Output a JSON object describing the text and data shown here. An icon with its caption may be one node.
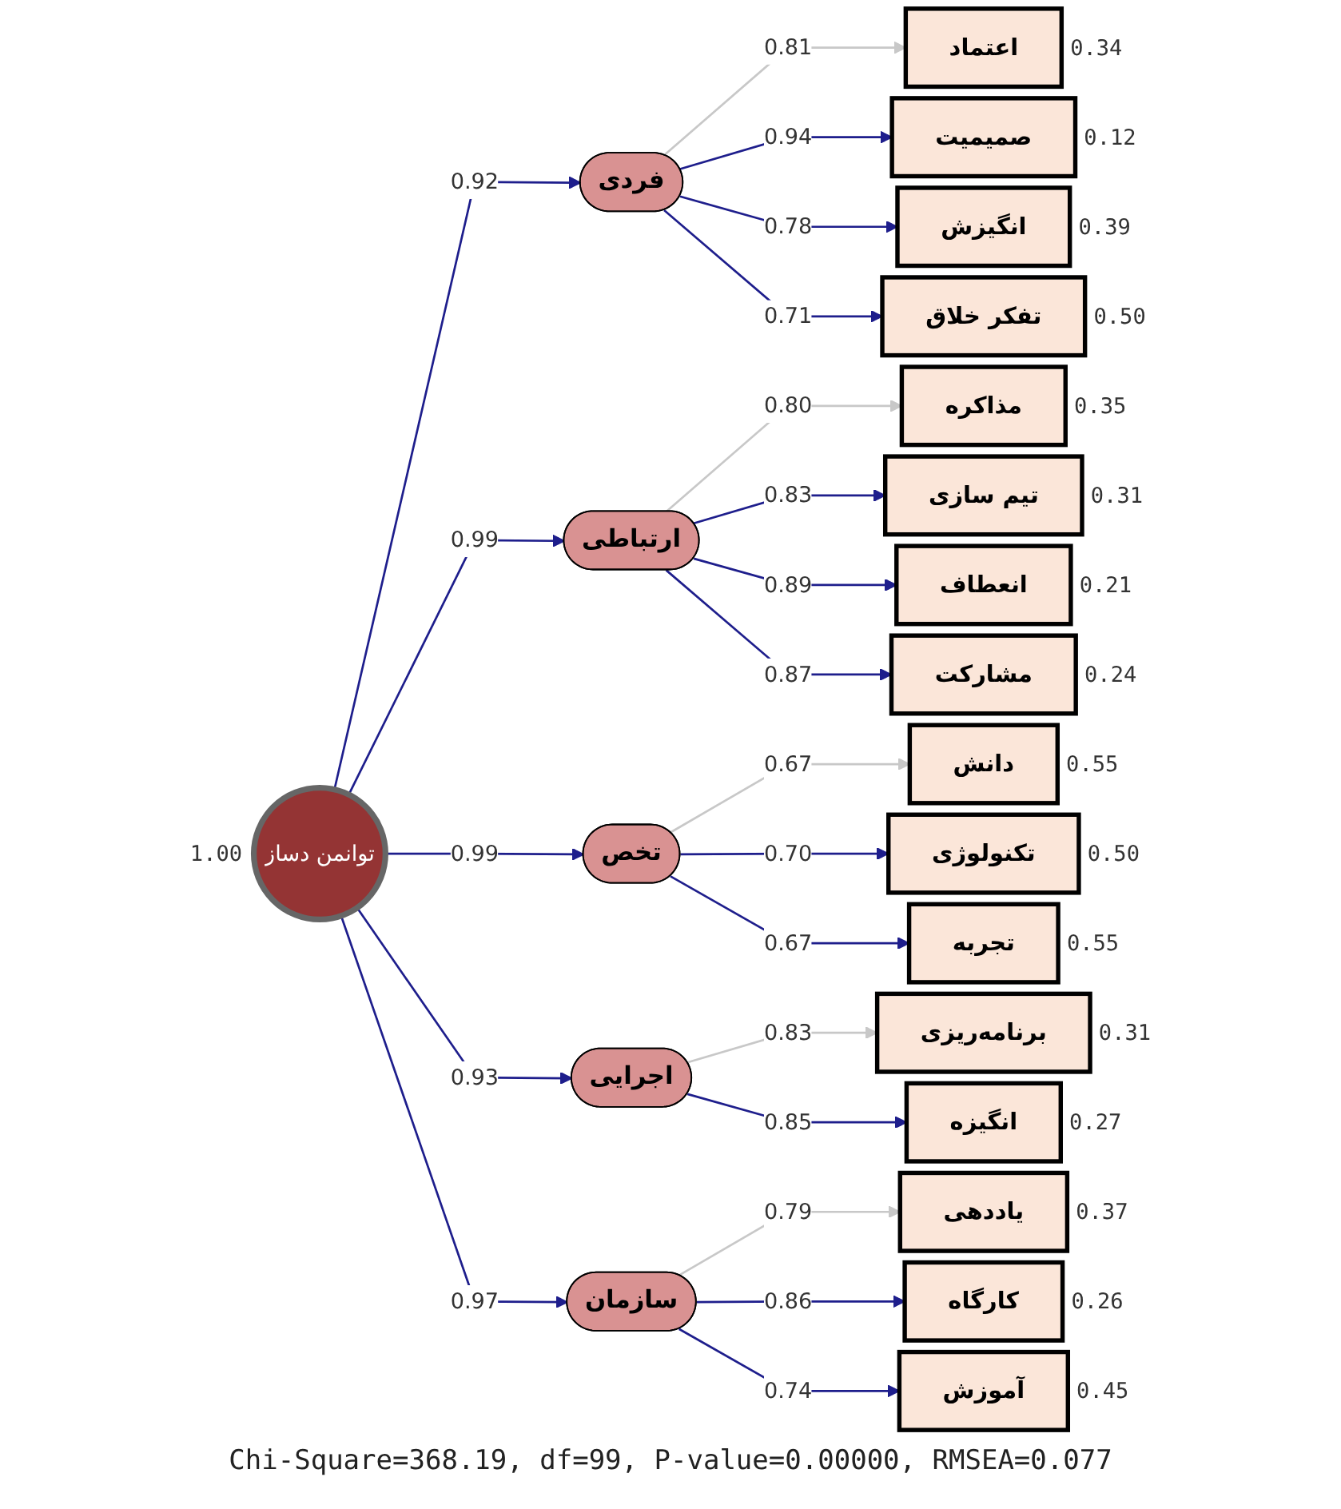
{
  "diagram": {
    "caption": "Chi-Square=368.19, df=99, P-value=0.00000, RMSEA=0.077",
    "nodes": [
      {
        "text": [
          "توانمن دساز"
        ],
        "beside": [
          "1.00"
        ]
      },
      {
        "text": [
          "فردی"
        ]
      },
      {
        "text": [
          "ارتباطی"
        ]
      },
      {
        "text": [
          "تخص"
        ]
      },
      {
        "text": [
          "اجرایی"
        ]
      },
      {
        "text": [
          "سازمان"
        ]
      },
      {
        "text": [
          "اعتماد"
        ],
        "beside": [
          "0.34"
        ]
      },
      {
        "text": [
          "صمیمیت"
        ],
        "beside": [
          "0.12"
        ]
      },
      {
        "text": [
          "انگیزش"
        ],
        "beside": [
          "0.39"
        ]
      },
      {
        "text": [
          "تفکر خلاق"
        ],
        "beside": [
          "0.50"
        ]
      },
      {
        "text": [
          "مذاکره"
        ],
        "beside": [
          "0.35"
        ]
      },
      {
        "text": [
          "تیم سازی"
        ],
        "beside": [
          "0.31"
        ]
      },
      {
        "text": [
          "انعطاف"
        ],
        "beside": [
          "0.21"
        ]
      },
      {
        "text": [
          "مشارکت"
        ],
        "beside": [
          "0.24"
        ]
      },
      {
        "text": [
          "دانش"
        ],
        "beside": [
          "0.55"
        ]
      },
      {
        "text": [
          "تکنولوژی"
        ],
        "beside": [
          "0.50"
        ]
      },
      {
        "text": [
          "تجربه"
        ],
        "beside": [
          "0.55"
        ]
      },
      {
        "text": [
          "برنامه‌ریزی"
        ],
        "beside": [
          "0.31"
        ]
      },
      {
        "text": [
          "انگیزه"
        ],
        "beside": [
          "0.27"
        ]
      },
      {
        "text": [
          "یاددهی"
        ],
        "beside": [
          "0.37"
        ]
      },
      {
        "text": [
          "کارگاه"
        ],
        "beside": [
          "0.26"
        ]
      },
      {
        "text": [
          "آموزش"
        ],
        "beside": [
          "0.45"
        ]
      }
    ],
    "edges": [
      {
        "from": 0,
        "to": 1,
        "arrow": "to",
        "label": "0.92"
      },
      {
        "from": 0,
        "to": 2,
        "arrow": "to",
        "label": "0.99"
      },
      {
        "from": 0,
        "to": 3,
        "arrow": "to",
        "label": "0.99"
      },
      {
        "from": 0,
        "to": 4,
        "arrow": "to",
        "label": "0.93"
      },
      {
        "from": 0,
        "to": 5,
        "arrow": "to",
        "label": "0.97"
      },
      {
        "from": 1,
        "to": 6,
        "arrow": "to",
        "label": "0.81",
        "color": "#c8c8c8"
      },
      {
        "from": 1,
        "to": 7,
        "arrow": "to",
        "label": "0.94"
      },
      {
        "from": 1,
        "to": 8,
        "arrow": "to",
        "label": "0.78"
      },
      {
        "from": 1,
        "to": 9,
        "arrow": "to",
        "label": "0.71"
      },
      {
        "from": 2,
        "to": 10,
        "arrow": "to",
        "label": "0.80",
        "color": "#c8c8c8"
      },
      {
        "from": 2,
        "to": 11,
        "arrow": "to",
        "label": "0.83"
      },
      {
        "from": 2,
        "to": 12,
        "arrow": "to",
        "label": "0.89"
      },
      {
        "from": 2,
        "to": 13,
        "arrow": "to",
        "label": "0.87"
      },
      {
        "from": 3,
        "to": 14,
        "arrow": "to",
        "label": "0.67",
        "color": "#c8c8c8"
      },
      {
        "from": 3,
        "to": 15,
        "arrow": "to",
        "label": "0.70"
      },
      {
        "from": 3,
        "to": 16,
        "arrow": "to",
        "label": "0.67"
      },
      {
        "from": 4,
        "to": 17,
        "arrow": "to",
        "label": "0.83",
        "color": "#c8c8c8"
      },
      {
        "from": 4,
        "to": 18,
        "arrow": "to",
        "label": "0.85"
      },
      {
        "from": 5,
        "to": 19,
        "arrow": "to",
        "label": "0.79",
        "color": "#c8c8c8"
      },
      {
        "from": 5,
        "to": 20,
        "arrow": "to",
        "label": "0.86"
      },
      {
        "from": 5,
        "to": 21,
        "arrow": "to",
        "label": "0.74"
      }
    ]
  }
}
